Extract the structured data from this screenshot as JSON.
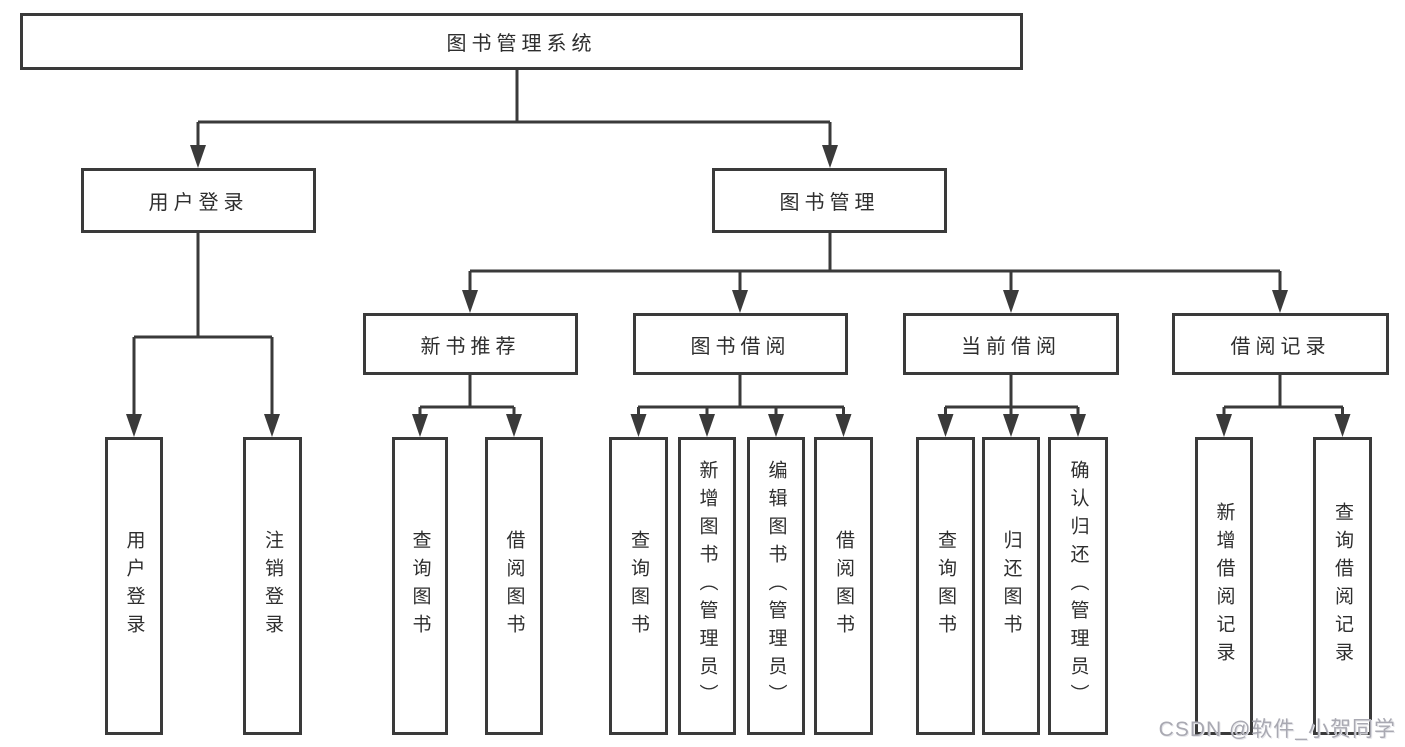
{
  "diagram": {
    "title": "图书管理系统",
    "nodes": {
      "root": "图书管理系统",
      "user_login": "用户登录",
      "book_management": "图书管理",
      "new_book_recommend": "新书推荐",
      "book_borrowing": "图书借阅",
      "current_borrowing": "当前借阅",
      "borrowing_records": "借阅记录"
    },
    "leaves": {
      "user_login": "用户登录",
      "logout": "注销登录",
      "recommend_query_books": "查询图书",
      "recommend_borrow_books": "借阅图书",
      "borrow_query_books": "查询图书",
      "borrow_add_books": "新增图书（管理员）",
      "borrow_edit_books": "编辑图书（管理员）",
      "borrow_borrow_books": "借阅图书",
      "current_query_books": "查询图书",
      "current_return_books": "归还图书",
      "current_confirm_return": "确认归还（管理员）",
      "records_add_record": "新增借阅记录",
      "records_query_record": "查询借阅记录"
    },
    "colors": {
      "line": "#3a3a3a",
      "text": "#2e2e2e",
      "watermark": "#a9a9b2",
      "background": "#ffffff"
    }
  },
  "watermark": "CSDN @软件_小贺同学"
}
